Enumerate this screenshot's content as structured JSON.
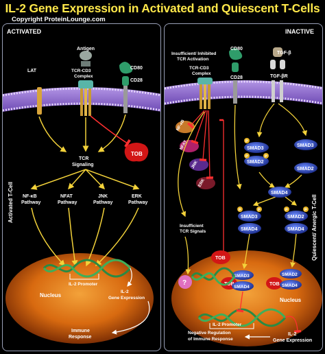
{
  "title": "IL-2 Gene Expression in Activated and Quiescent T-Cells",
  "copyright": "Copyright ProteinLounge.com",
  "activated": {
    "header": "ACTIVATED",
    "side_label": "Activated T-Cell",
    "lat": "LAT",
    "antigen": "Antigen",
    "tcr_complex": [
      "TCR-CD3",
      "Complex"
    ],
    "cd80": "CD80",
    "cd28": "CD28",
    "tob": "TOB",
    "tcr_signaling": [
      "TCR",
      "Signaling"
    ],
    "pathways": [
      [
        "NF-κB",
        "Pathway"
      ],
      [
        "NFAT",
        "Pathway"
      ],
      [
        "JNK",
        "Pathway"
      ],
      [
        "ERK",
        "Pathway"
      ]
    ],
    "nucleus": "Nucleus",
    "promoter": "IL-2 Promoter",
    "gene_expression": [
      "IL-2",
      "Gene Expression"
    ],
    "immune_response": [
      "Immune",
      "Response"
    ]
  },
  "inactive": {
    "header": "INACTIVE",
    "side_label": "Quiescent/ Anergic T-Cell",
    "insufficient_activation": [
      "Insufficient/ Inhibited",
      "TCR Activation"
    ],
    "tcr_complex": [
      "TCR-CD3",
      "Complex"
    ],
    "cd80": "CD80",
    "cd28": "CD28",
    "tgfb": "TGF-β",
    "tgfbr": "TGF-βR",
    "kinases": [
      "NF-κB",
      "NFAT",
      "JNK",
      "ERK"
    ],
    "smad3": "SMAD3",
    "smad2": "SMAD2",
    "smad4": "SMAD4",
    "phospho": "P",
    "insufficient_signals": [
      "Insufficient",
      "TCR Signals"
    ],
    "tob": "TOB",
    "unknown": "?",
    "nucleus": "Nucleus",
    "promoter": "IL-2 Promoter",
    "negative_regulation": [
      "Negative Regulation",
      "of Immune Response"
    ],
    "gene_expression": [
      "IL-2",
      "Gene Expression"
    ]
  }
}
